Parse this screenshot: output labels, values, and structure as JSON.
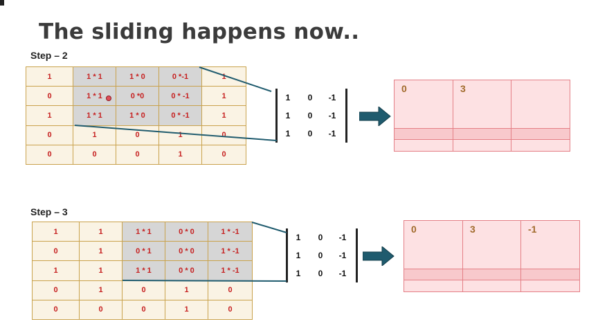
{
  "title": "The sliding happens now..",
  "steps": [
    {
      "label": "Step – 2",
      "grid": [
        [
          "1",
          "1 * 1",
          "1 * 0",
          "0 *-1",
          "1"
        ],
        [
          "0",
          "1 * 1",
          "0 *0",
          "0 * -1",
          "1"
        ],
        [
          "1",
          "1 * 1",
          "1 * 0",
          "0 * -1",
          "1"
        ],
        [
          "0",
          "1",
          "0",
          "1",
          "0"
        ],
        [
          "0",
          "0",
          "0",
          "1",
          "0"
        ]
      ],
      "kernel": [
        [
          "1",
          "0",
          "-1"
        ],
        [
          "1",
          "0",
          "-1"
        ],
        [
          "1",
          "0",
          "-1"
        ]
      ],
      "output": [
        [
          "0",
          "3",
          ""
        ],
        [
          "",
          "",
          ""
        ],
        [
          "",
          "",
          ""
        ]
      ]
    },
    {
      "label": "Step – 3",
      "grid": [
        [
          "1",
          "1",
          "1 * 1",
          "0 * 0",
          "1 * -1"
        ],
        [
          "0",
          "1",
          "0 * 1",
          "0 * 0",
          "1 * -1"
        ],
        [
          "1",
          "1",
          "1 * 1",
          "0 * 0",
          "1 * -1"
        ],
        [
          "0",
          "1",
          "0",
          "1",
          "0"
        ],
        [
          "0",
          "0",
          "0",
          "1",
          "0"
        ]
      ],
      "kernel": [
        [
          "1",
          "0",
          "-1"
        ],
        [
          "1",
          "0",
          "-1"
        ],
        [
          "1",
          "0",
          "-1"
        ]
      ],
      "output": [
        [
          "0",
          "3",
          "-1"
        ],
        [
          "",
          "",
          ""
        ],
        [
          "",
          "",
          ""
        ]
      ]
    }
  ],
  "colors": {
    "grid_text": "#c62020",
    "grid_border": "#c9a24c",
    "highlight": "#d6d6d6",
    "arrow": "#1f5b6e",
    "output_fill": "#fde1e3",
    "output_mid": "#f8c9cc"
  }
}
